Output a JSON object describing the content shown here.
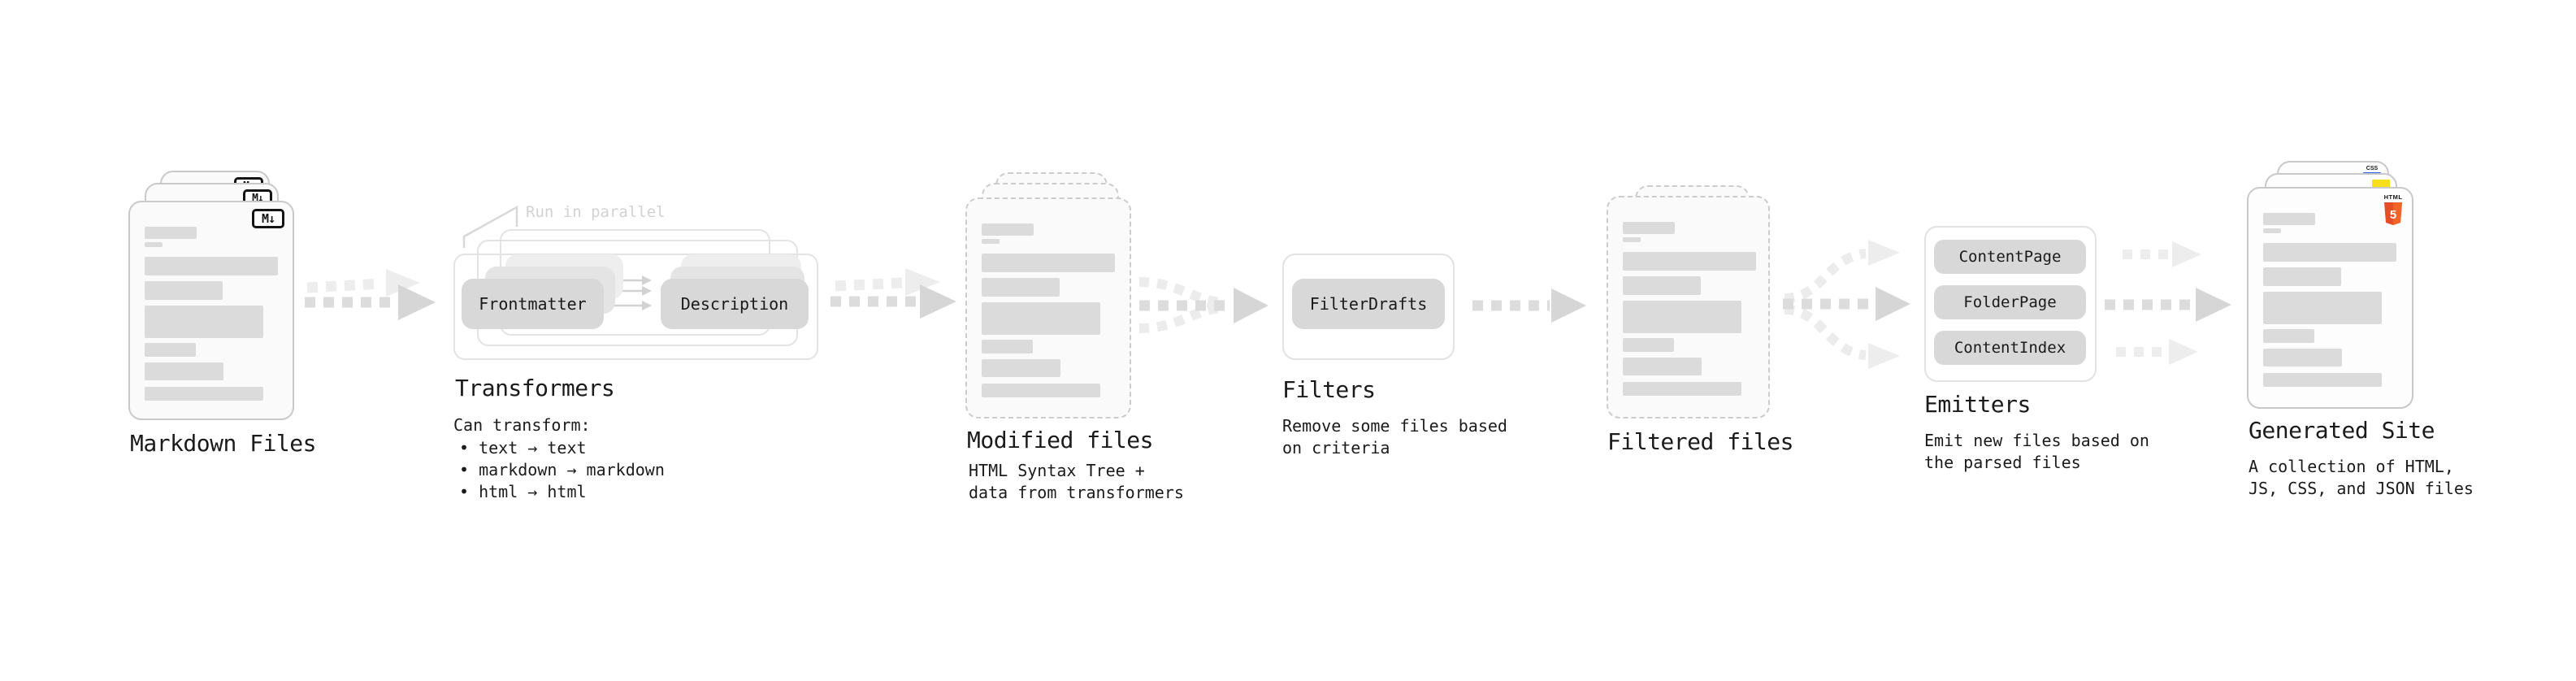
{
  "diagram": {
    "title_semantic": "static site generation pipeline",
    "accent_colors": {
      "html5_orange": "#e44d26",
      "html5_orange_light": "#f16529",
      "js_yellow": "#f7df1e",
      "css_blue": "#2760e8",
      "chip_gray": "#d8d8d8",
      "bar_gray": "#dbdbdb",
      "arrow_gray": "#dcdcdc",
      "arrow_light_gray": "#ededed",
      "annotation_gray": "#d2d2d2"
    },
    "stages": {
      "markdown": {
        "label": "Markdown Files",
        "icon_text": "M↓"
      },
      "transformers": {
        "title": "Transformers",
        "annotation": "Run in parallel",
        "node_a": "Frontmatter",
        "node_b": "Description",
        "desc_heading": "Can transform:",
        "bullets": [
          "• text → text",
          "• markdown → markdown",
          "• html → html"
        ]
      },
      "modified": {
        "label": "Modified files",
        "sublabel_lines": [
          "HTML Syntax Tree +",
          "data from transformers"
        ]
      },
      "filters": {
        "title": "Filters",
        "node": "FilterDrafts",
        "sublabel_lines": [
          "Remove some files based",
          "on criteria"
        ]
      },
      "filtered": {
        "label": "Filtered files"
      },
      "emitters": {
        "title": "Emitters",
        "nodes": [
          "ContentPage",
          "FolderPage",
          "ContentIndex"
        ],
        "sublabel_lines": [
          "Emit new files based on",
          "the parsed files"
        ]
      },
      "generated": {
        "label": "Generated Site",
        "sublabel_lines": [
          "A collection of HTML,",
          "JS, CSS, and JSON files"
        ],
        "badge_html": "HTML",
        "badge_html_number": "5",
        "badge_css": "CSS"
      }
    }
  }
}
